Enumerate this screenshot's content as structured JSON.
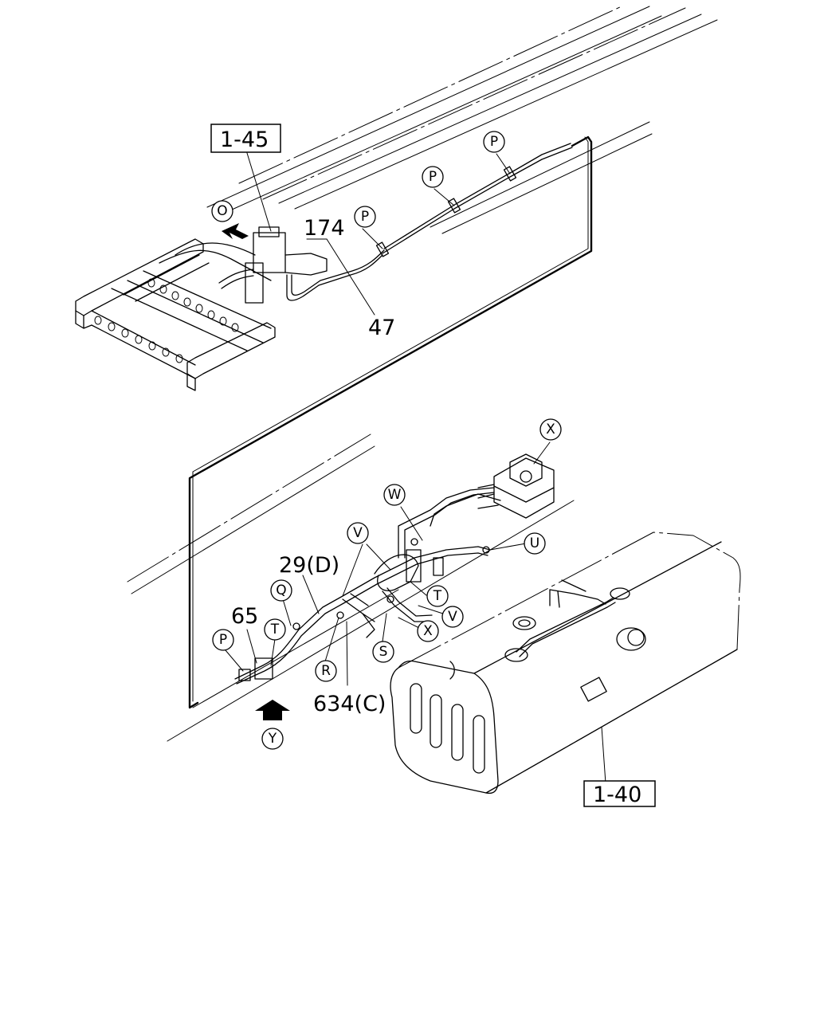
{
  "references": {
    "upper_ref": "1-45",
    "lower_ref": "1-40"
  },
  "part_numbers": {
    "p174": "174",
    "p47": "47",
    "p29": "29(D)",
    "p65": "65",
    "p634": "634(C)"
  },
  "markers": {
    "O": "O",
    "P": "P",
    "Q": "Q",
    "R": "R",
    "S": "S",
    "T": "T",
    "U": "U",
    "V": "V",
    "W": "W",
    "X": "X",
    "Y": "Y"
  }
}
